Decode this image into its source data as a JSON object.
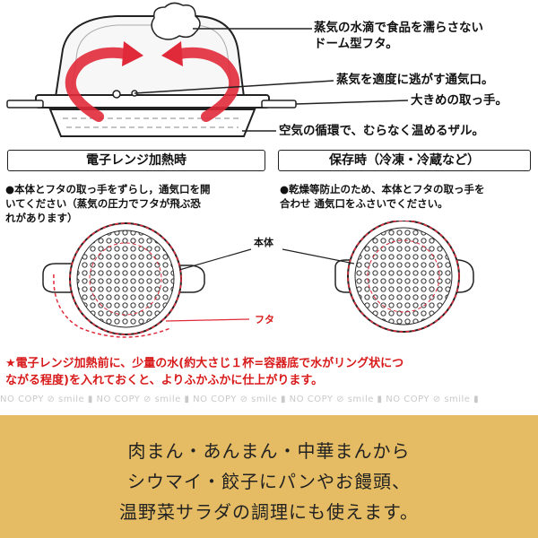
{
  "callouts": {
    "steam_dome": "蒸気の水滴で食品を濡らさない\nドーム型フタ。",
    "vent": "蒸気を適度に逃がす通気口。",
    "handle": "大きめの取っ手。",
    "colander": "空気の循環で、むらなく温めるザル。"
  },
  "sections": {
    "microwave": {
      "title": "電子レンジ加熱時",
      "text": "●本体とフタの取っ手をずらし，通気口を開\n  いてください（蒸気の圧力でフタが飛ぶ恐\n  れがあります）"
    },
    "storage": {
      "title": "保存時（冷凍・冷蔵など）",
      "text": "●乾燥等防止のため、本体とフタの取っ手を\n  合わせ 通気口をふさいでください。"
    }
  },
  "diagram_labels": {
    "body": "本体",
    "lid": "フタ"
  },
  "note": "★電子レンジ加熱前に、少量の水(約大さじ１杯=容器底で水がリング状につ\nながる程度)を入れておくと、よりふかふかに仕上がります。",
  "watermark": "NO COPY ⊘ smile ▮  NO COPY ⊘ smile ▮  NO COPY ⊘ smile ▮  NO COPY ⊘ smile ▮  NO COPY ⊘ smile ▮",
  "usage": "肉まん・あんまん・中華まんから\nシウマイ・餃子にパンやお饅頭、\n温野菜サラダの調理にも使えます。",
  "colors": {
    "accent_red": "#d81a1a",
    "band": "#e5bc63"
  }
}
